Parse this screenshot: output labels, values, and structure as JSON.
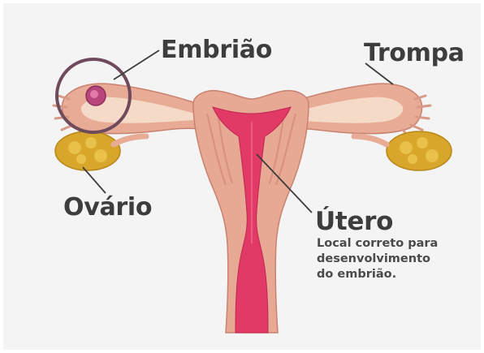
{
  "labels": {
    "embryo": "Embrião",
    "tube": "Trompa",
    "ovary": "Ovário",
    "uterus": "Útero"
  },
  "uterus_note": [
    "Local correto para",
    "desenvolvimento",
    "do embrião."
  ],
  "colors": {
    "background": "#f4f4f4",
    "tissue": "#e7a894",
    "tissue_light": "#f3d8c6",
    "cavity": "#e23a67",
    "ovary": "#d8a62a",
    "circle_highlight": "#6e4a5b",
    "text": "#3d3d3d"
  }
}
